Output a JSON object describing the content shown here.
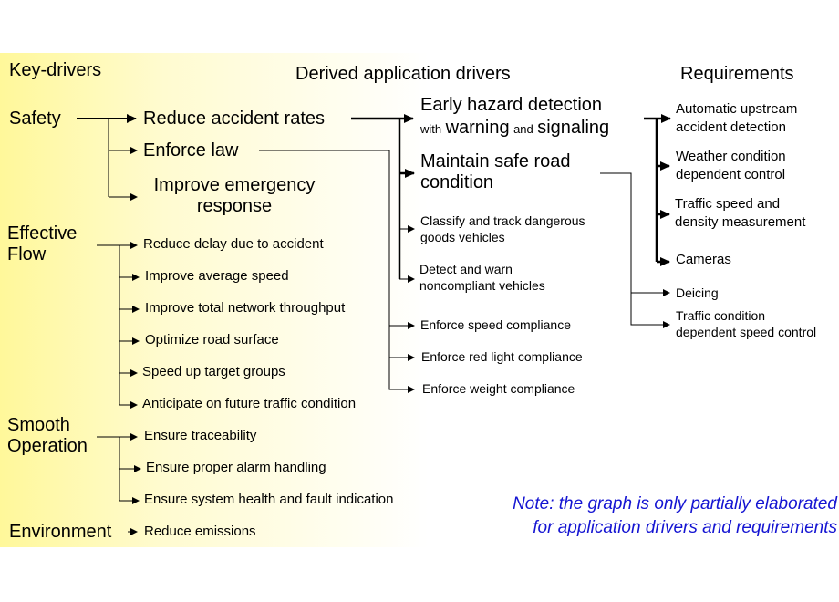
{
  "headers": {
    "key_drivers": "Key-drivers",
    "application_drivers": "Derived application drivers",
    "requirements": "Requirements"
  },
  "key_drivers": {
    "safety": "Safety",
    "effective_flow": [
      "Effective",
      "Flow"
    ],
    "smooth_operation": [
      "Smooth",
      "Operation"
    ],
    "environment": "Environment"
  },
  "derived_drivers": {
    "reduce_accident_rates": "Reduce accident rates",
    "enforce_law": "Enforce law",
    "improve_emergency_response": [
      "Improve emergency",
      "response"
    ],
    "reduce_delay": "Reduce delay due to accident",
    "improve_average_speed": "Improve average speed",
    "improve_network_throughput": "Improve total network throughput",
    "optimize_road_surface": "Optimize road surface",
    "speed_up_target_groups": "Speed up target groups",
    "anticipate_future_traffic": "Anticipate on future traffic condition",
    "ensure_traceability": "Ensure traceability",
    "ensure_alarm_handling": "Ensure proper alarm handling",
    "ensure_system_health": "Ensure system health and fault indication",
    "reduce_emissions": "Reduce emissions"
  },
  "application_drivers": {
    "early_hazard": {
      "line1": "Early hazard detection",
      "with": "with",
      "warning": "warning",
      "and": "and",
      "signaling": "signaling"
    },
    "maintain_safe_road": [
      "Maintain safe road",
      "condition"
    ],
    "classify_track": [
      "Classify and track dangerous",
      "goods vehicles"
    ],
    "detect_warn": [
      "Detect and warn",
      "noncompliant vehicles"
    ],
    "enforce_speed": "Enforce speed compliance",
    "enforce_red_light": "Enforce red light compliance",
    "enforce_weight": "Enforce weight compliance"
  },
  "requirements": {
    "automatic_upstream": [
      "Automatic upstream",
      "accident detection"
    ],
    "weather_control": [
      "Weather condition",
      "dependent control"
    ],
    "traffic_speed": [
      "Traffic speed and",
      "density measurement"
    ],
    "cameras": "Cameras",
    "deicing": "Deicing",
    "traffic_condition_speed": [
      "Traffic condition",
      "dependent speed control"
    ]
  },
  "note": [
    "Note: the graph is only partially elaborated",
    "for application drivers and requirements"
  ],
  "colors": {
    "note": "#1414d2",
    "band": "#fff89a"
  }
}
